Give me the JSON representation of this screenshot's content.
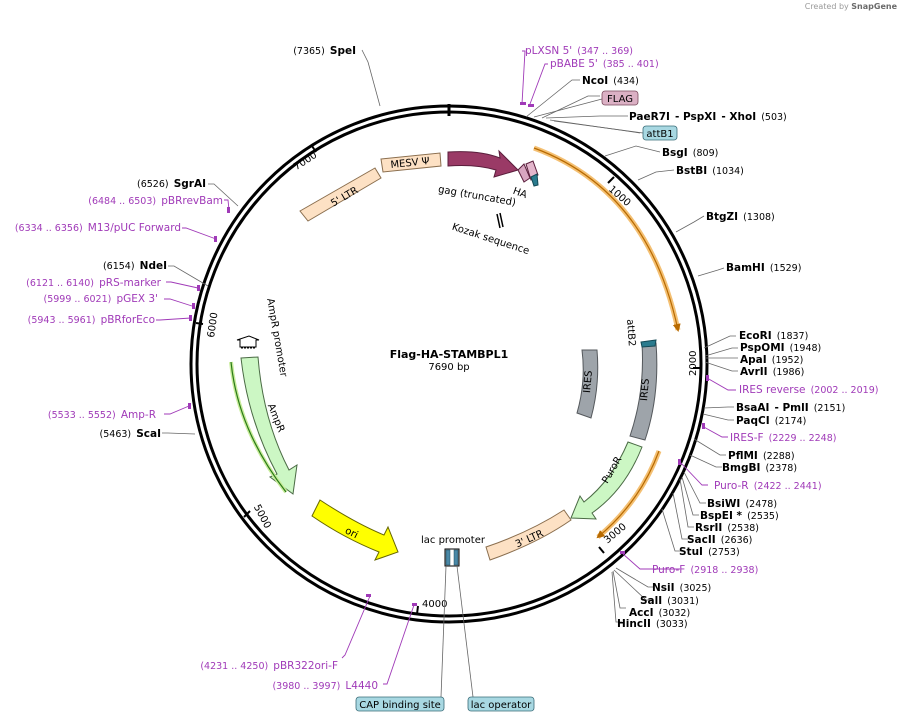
{
  "credit": {
    "prefix": "Created by",
    "brand": "SnapGene"
  },
  "plasmid": {
    "name": "Flag-HA-STAMBPL1",
    "size": "7690 bp"
  },
  "ticks": [
    "1000",
    "2000",
    "3000",
    "4000",
    "5000",
    "6000",
    "7000"
  ],
  "features": {
    "ltr5": "5' LTR",
    "mesv": "MESV Ψ",
    "gag": "gag (truncated)",
    "ha": "HA",
    "kozak": "Kozak sequence",
    "ampr_promoter": "AmpR promoter",
    "ampr": "AmpR",
    "ori": "ori",
    "lac_promoter": "lac promoter",
    "ltr3": "3' LTR",
    "puror": "PuroR",
    "ires1": "IRES",
    "ires2": "IRES",
    "attb2": "attB2"
  },
  "boxed": {
    "flag": "FLAG",
    "attb1": "attB1",
    "cap": "CAP binding site",
    "lacop": "lac operator"
  },
  "sites": [
    {
      "pos": "(7365)",
      "name": "SpeI"
    },
    {
      "pos": "(434)",
      "name": "NcoI"
    },
    {
      "name": "PaeR7I",
      "extra1": "- PspXI",
      "extra2": "- XhoI",
      "pos": "(503)"
    },
    {
      "name": "BsgI",
      "pos": "(809)"
    },
    {
      "name": "BstBI",
      "pos": "(1034)"
    },
    {
      "name": "BtgZI",
      "pos": "(1308)"
    },
    {
      "name": "BamHI",
      "pos": "(1529)"
    },
    {
      "name": "EcoRI",
      "pos": "(1837)"
    },
    {
      "name": "PspOMI",
      "pos": "(1948)"
    },
    {
      "name": "ApaI",
      "pos": "(1952)"
    },
    {
      "name": "AvrII",
      "pos": "(1986)"
    },
    {
      "name": "BsaAI",
      "extra1": "- PmlI",
      "pos": "(2151)"
    },
    {
      "name": "PaqCI",
      "pos": "(2174)"
    },
    {
      "name": "PflMI",
      "pos": "(2288)"
    },
    {
      "name": "BmgBI",
      "pos": "(2378)"
    },
    {
      "name": "BsiWI",
      "pos": "(2478)"
    },
    {
      "name": "BspEI *",
      "pos": "(2535)"
    },
    {
      "name": "RsrII",
      "pos": "(2538)"
    },
    {
      "name": "SacII",
      "pos": "(2636)"
    },
    {
      "name": "StuI",
      "pos": "(2753)"
    },
    {
      "name": "NsiI",
      "pos": "(3025)"
    },
    {
      "name": "SalI",
      "pos": "(3031)"
    },
    {
      "name": "AccI",
      "pos": "(3032)"
    },
    {
      "name": "HincII",
      "pos": "(3033)"
    },
    {
      "pos": "(5463)",
      "name": "ScaI"
    },
    {
      "pos": "(6154)",
      "name": "NdeI"
    },
    {
      "pos": "(6526)",
      "name": "SgrAI"
    }
  ],
  "primers": [
    {
      "name": "pLXSN 5'",
      "pos": "(347 .. 369)"
    },
    {
      "name": "pBABE 5'",
      "pos": "(385 .. 401)"
    },
    {
      "name": "IRES reverse",
      "pos": "(2002 .. 2019)"
    },
    {
      "name": "IRES-F",
      "pos": "(2229 .. 2248)"
    },
    {
      "name": "Puro-R",
      "pos": "(2422 .. 2441)"
    },
    {
      "name": "Puro-F",
      "pos": "(2918 .. 2938)"
    },
    {
      "pos": "(4231 .. 4250)",
      "name": "pBR322ori-F"
    },
    {
      "pos": "(3980 .. 3997)",
      "name": "L4440"
    },
    {
      "pos": "(5533 .. 5552)",
      "name": "Amp-R"
    },
    {
      "pos": "(5943 .. 5961)",
      "name": "pBRforEco"
    },
    {
      "pos": "(5999 .. 6021)",
      "name": "pGEX 3'"
    },
    {
      "pos": "(6121 .. 6140)",
      "name": "pRS-marker"
    },
    {
      "pos": "(6334 .. 6356)",
      "name": "M13/pUC Forward"
    },
    {
      "pos": "(6484 .. 6503)",
      "name": "pBRrevBam"
    }
  ]
}
